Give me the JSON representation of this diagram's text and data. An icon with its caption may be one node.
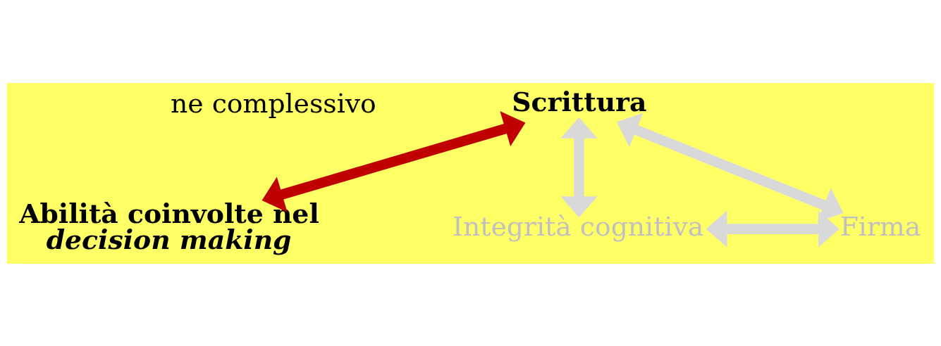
{
  "diagram": {
    "nodes": [
      {
        "text": [
          "Scrittura"
        ]
      },
      {
        "text": [
          "Abilità coinvolte nel *decision making*"
        ]
      },
      {
        "text": [
          "Integrità cognitiva"
        ]
      },
      {
        "text": [
          "Firma"
        ]
      }
    ],
    "edges": [
      {
        "from": 0,
        "to": 2,
        "arrow": "both"
      },
      {
        "from": 0,
        "to": 3,
        "arrow": "both"
      },
      {
        "from": 0,
        "to": 1,
        "arrow": "both",
        "color": "#c00000"
      },
      {
        "from": 2,
        "to": 3,
        "arrow": "both"
      }
    ],
    "labels": [
      "ne complessivo"
    ]
  }
}
